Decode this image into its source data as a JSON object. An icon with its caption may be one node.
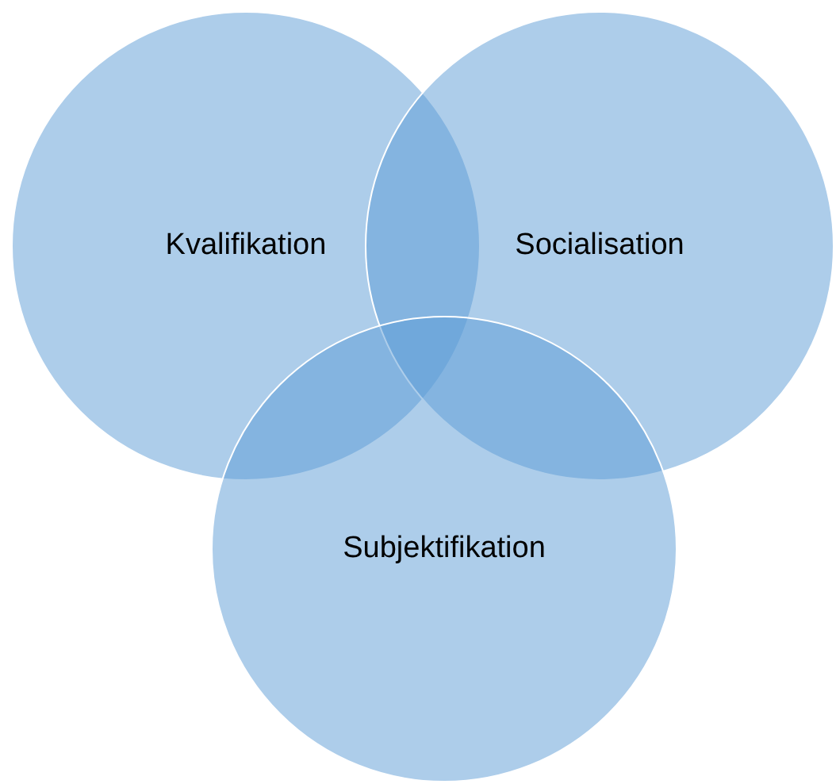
{
  "diagram": {
    "nodes": [
      {
        "text": [
          "Kvalifikation"
        ]
      },
      {
        "text": [
          "Socialisation"
        ]
      },
      {
        "text": [
          "Subjektifikation"
        ]
      }
    ]
  }
}
